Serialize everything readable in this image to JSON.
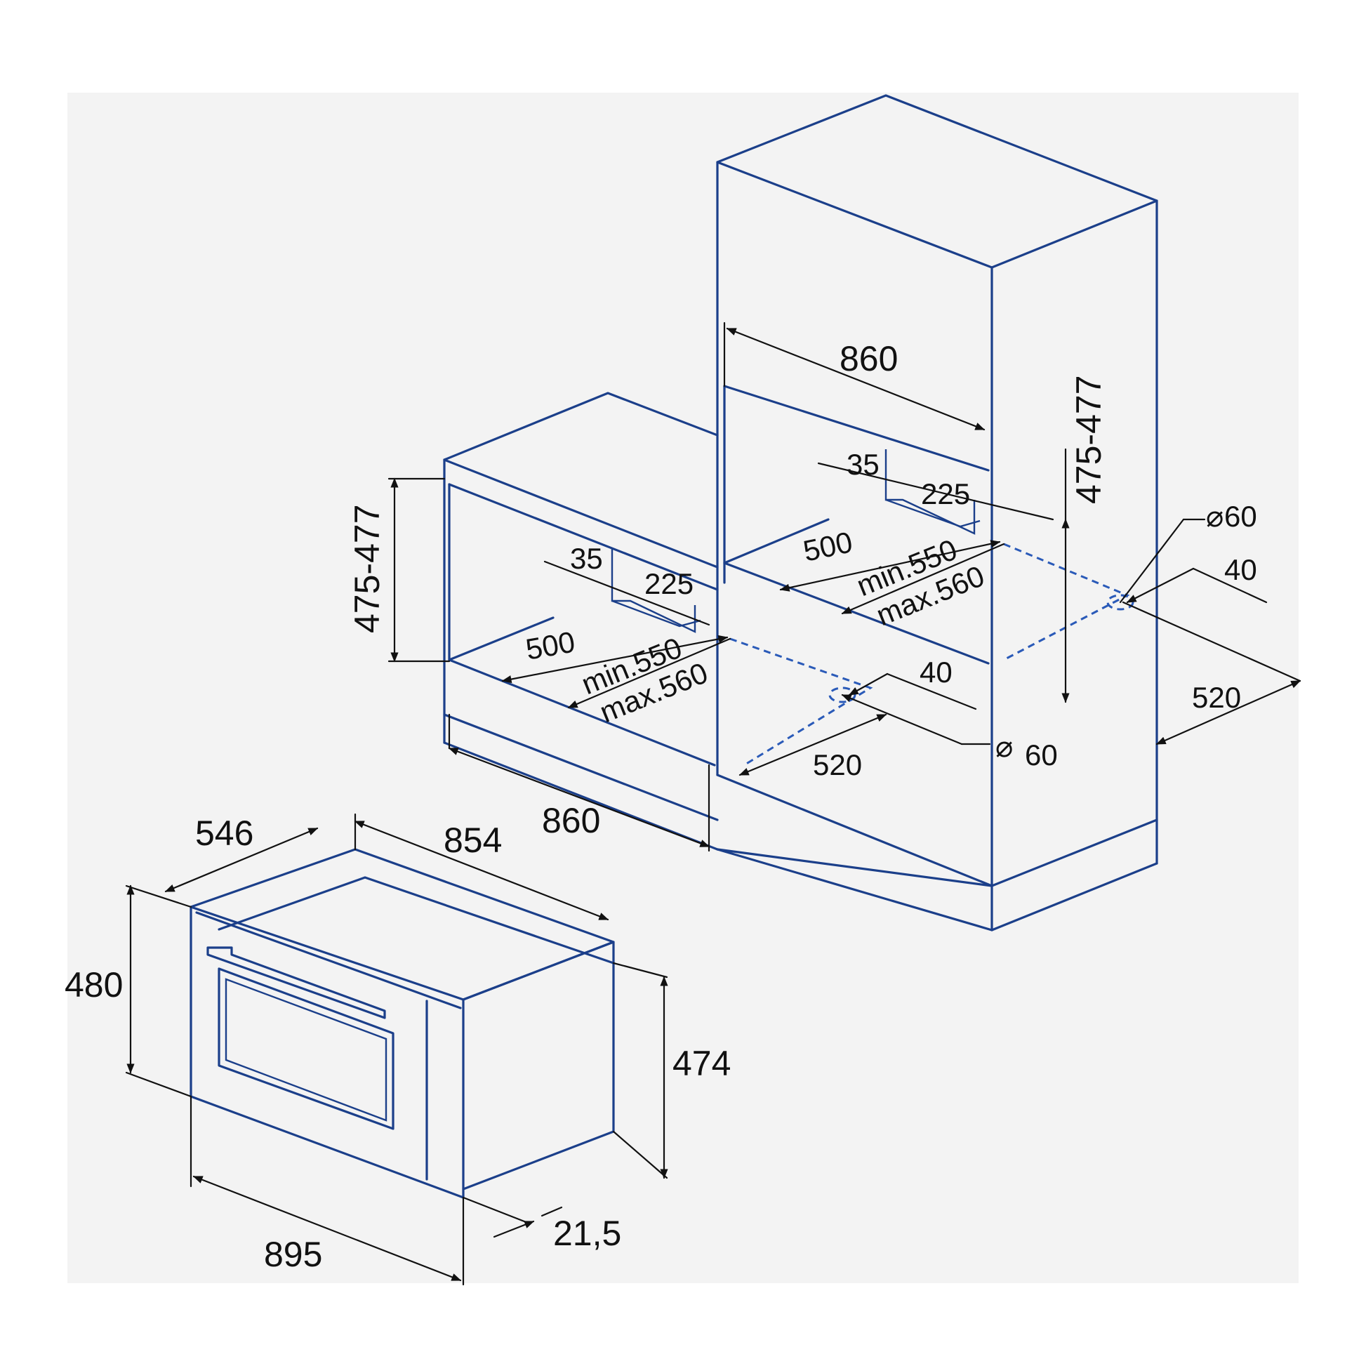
{
  "dimensions": {
    "tall_width": "860",
    "tall_height": "475-477",
    "tall_35": "35",
    "tall_225": "225",
    "tall_500": "500",
    "tall_min": "min.550",
    "tall_max": "max.560",
    "tall_hole": "60",
    "tall_40": "40",
    "tall_520": "520",
    "base_width": "860",
    "base_height": "475-477",
    "base_35": "35",
    "base_225": "225",
    "base_500": "500",
    "base_min": "min.550",
    "base_max": "max.560",
    "base_40": "40",
    "base_hole": "60",
    "base_520": "520",
    "oven_depth": "546",
    "oven_width": "854",
    "oven_height_front": "480",
    "oven_height_body": "474",
    "oven_front_width": "895",
    "oven_offset": "21,5"
  },
  "colors": {
    "line": "#1b3f8a",
    "background": "#f3f3f3"
  }
}
